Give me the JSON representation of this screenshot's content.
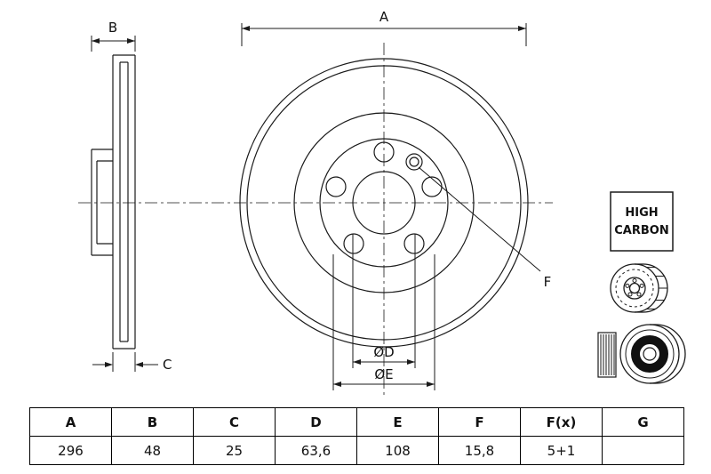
{
  "drawing": {
    "dim_a": "A",
    "dim_b": "B",
    "dim_c": "C",
    "dim_d": "ØD",
    "dim_e": "ØE",
    "dim_f": "F",
    "badge_line1": "HIGH",
    "badge_line2": "CARBON"
  },
  "table": {
    "headers": [
      "A",
      "B",
      "C",
      "D",
      "E",
      "F",
      "F(x)",
      "G"
    ],
    "values": [
      "296",
      "48",
      "25",
      "63,6",
      "108",
      "15,8",
      "5+1",
      ""
    ]
  },
  "colors": {
    "line": "#1a1a1a",
    "background": "#ffffff"
  }
}
